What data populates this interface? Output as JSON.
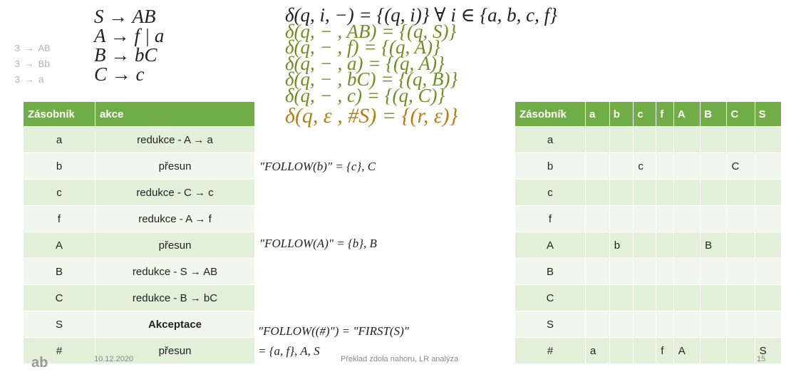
{
  "grammar": [
    "S → AB",
    "A → f | a",
    "B → bC",
    "C → c"
  ],
  "faint_rules": [
    "3 → AB",
    "3 → Bb",
    "3 → a"
  ],
  "delta": [
    "δ(q, i, −) = {(q, i)} ∀ i ∈ {a, b, c, f}",
    "δ(q, − , AB) = {(q, S)}",
    "δ(q, − , f) = {(q, A)}",
    "δ(q, − , a) = {(q, A)}",
    "δ(q, − , bC) = {(q, B)}",
    "δ(q, − , c) = {(q, C)}",
    "δ(q, ε , #S) = {(r, ε)}"
  ],
  "left_table": {
    "headers": [
      "Zásobník",
      "akce"
    ],
    "rows": [
      [
        "a",
        "redukce - A → a"
      ],
      [
        "b",
        "přesun"
      ],
      [
        "c",
        "redukce - C → c"
      ],
      [
        "f",
        "redukce - A → f"
      ],
      [
        "A",
        "přesun"
      ],
      [
        "B",
        "redukce - S → AB"
      ],
      [
        "C",
        "redukce - B → bC"
      ],
      [
        "S",
        "Akceptace"
      ],
      [
        "#",
        "přesun"
      ]
    ]
  },
  "follow": {
    "b": "\"FOLLOW(b)\" = {c}, C",
    "A": "\"FOLLOW(A)\" = {b}, B",
    "hash_line1": "\"FOLLOW((#)\") = \"FIRST(S)\"",
    "hash_line2": "= {a, f}, A, S"
  },
  "right_table": {
    "headers": [
      "Zásobník",
      "a",
      "b",
      "c",
      "f",
      "A",
      "B",
      "C",
      "S"
    ],
    "rows": [
      [
        "a",
        "",
        "",
        "",
        "",
        "",
        "",
        "",
        ""
      ],
      [
        "b",
        "",
        "",
        "c",
        "",
        "",
        "",
        "C",
        ""
      ],
      [
        "c",
        "",
        "",
        "",
        "",
        "",
        "",
        "",
        ""
      ],
      [
        "f",
        "",
        "",
        "",
        "",
        "",
        "",
        "",
        ""
      ],
      [
        "A",
        "",
        "b",
        "",
        "",
        "",
        "B",
        "",
        ""
      ],
      [
        "B",
        "",
        "",
        "",
        "",
        "",
        "",
        "",
        ""
      ],
      [
        "C",
        "",
        "",
        "",
        "",
        "",
        "",
        "",
        ""
      ],
      [
        "S",
        "",
        "",
        "",
        "",
        "",
        "",
        "",
        ""
      ],
      [
        "#",
        "a",
        "",
        "",
        "f",
        "A",
        "",
        "",
        "S"
      ]
    ]
  },
  "footer": {
    "date": "10.12.2020",
    "title": "Překlad zdola nahoru, LR analýza",
    "page": "15",
    "corner": "ab"
  },
  "colors": {
    "header_green": "#70ad47",
    "row_light": "#e2efd9",
    "row_lighter": "#f2f7ee",
    "delta_green": "#6f8e1f",
    "delta_gold": "#b87e12"
  }
}
